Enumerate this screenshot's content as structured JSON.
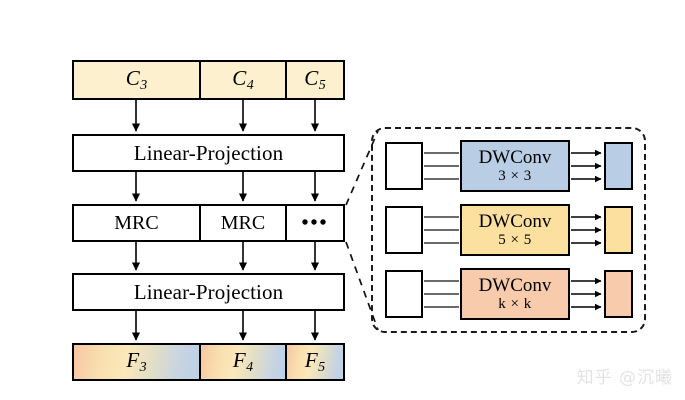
{
  "figure": {
    "background": "#ffffff",
    "watermark": "知乎 @沉曦"
  },
  "left_pipeline": {
    "input_row": {
      "name": "feature-inputs",
      "fill": "#fdf0cf",
      "items": [
        {
          "label": "C",
          "sub": "3"
        },
        {
          "label": "C",
          "sub": "4"
        },
        {
          "label": "C",
          "sub": "5"
        }
      ]
    },
    "linear_projection_top": {
      "label": "Linear-Projection"
    },
    "mrc_row": {
      "items": [
        {
          "label": "MRC"
        },
        {
          "label": "MRC"
        },
        {
          "label": "•••"
        }
      ]
    },
    "linear_projection_bottom": {
      "label": "Linear-Projection"
    },
    "output_row": {
      "name": "feature-outputs",
      "items": [
        {
          "label": "F",
          "sub": "3"
        },
        {
          "label": "F",
          "sub": "4"
        },
        {
          "label": "F",
          "sub": "5"
        }
      ]
    }
  },
  "mrc_detail_panel": {
    "border_style": "dashed",
    "branches": [
      {
        "input_label": "",
        "conv_title": "DWConv",
        "kernel": "3 × 3",
        "color": "#b9cde4",
        "output_color": "#b9cde4"
      },
      {
        "input_label": "",
        "conv_title": "DWConv",
        "kernel": "5 × 5",
        "color": "#fbe0a0",
        "output_color": "#fbe0a0"
      },
      {
        "input_label": "",
        "conv_title": "DWConv",
        "kernel": "k × k",
        "color": "#f8cbad",
        "output_color": "#f8cbad"
      }
    ]
  },
  "colors": {
    "input_yellow": "#fdf0cf",
    "blue": "#b9cde4",
    "yellow": "#fbe0a0",
    "salmon": "#f8cbad",
    "stroke": "#000000",
    "watermark": "#e3e3e3"
  }
}
